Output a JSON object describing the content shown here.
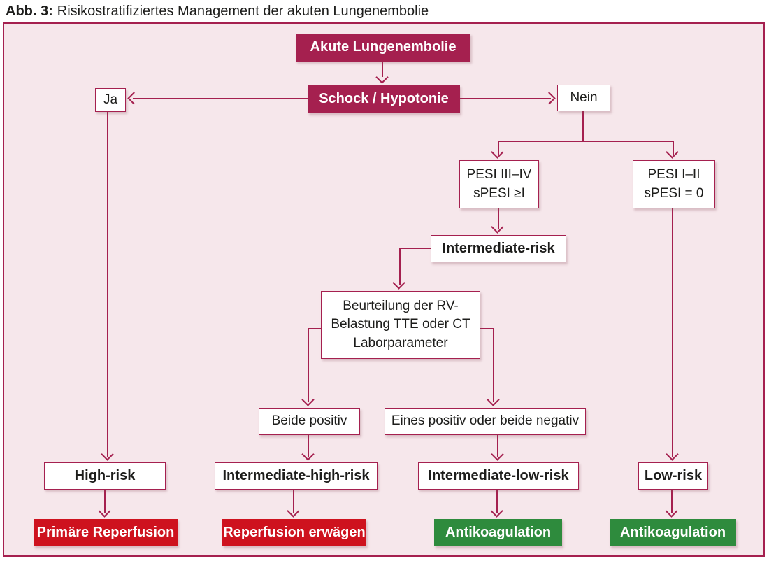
{
  "title": {
    "prefix": "Abb. 3:",
    "text": "Risikostratifiziertes Management der akuten Lungenembolie"
  },
  "colors": {
    "maroon": "#A5204F",
    "red": "#CE121E",
    "green": "#2E8B3D",
    "panel-bg": "#F6E7EB",
    "box-bg": "#FFFFFF",
    "ink": "#1D1D1B"
  },
  "nodes": {
    "akute": {
      "label": "Akute Lungenembolie"
    },
    "schock": {
      "label": "Schock / Hypotonie"
    },
    "ja": {
      "label": "Ja"
    },
    "nein": {
      "label": "Nein"
    },
    "pesi_high": {
      "line1": "PESI III–IV",
      "line2": "sPESI ≥I"
    },
    "pesi_low": {
      "line1": "PESI I–II",
      "line2": "sPESI = 0"
    },
    "intermediate_risk": {
      "label": "Intermediate-risk"
    },
    "assessment": {
      "line1": "Beurteilung der RV-",
      "line2": "Belastung TTE oder CT",
      "line3": "Laborparameter"
    },
    "beide_positiv": {
      "label": "Beide positiv"
    },
    "eines_positiv": {
      "label": "Eines positiv oder beide negativ"
    },
    "high_risk": {
      "label": "High-risk"
    },
    "intermediate_high_risk": {
      "label": "Intermediate-high-risk"
    },
    "intermediate_low_risk": {
      "label": "Intermediate-low-risk"
    },
    "low_risk": {
      "label": "Low-risk"
    },
    "primaere_reperfusion": {
      "label": "Primäre Reperfusion"
    },
    "reperfusion_erwaegen": {
      "label": "Reperfusion erwägen"
    },
    "antikoagulation_left": {
      "label": "Antikoagulation"
    },
    "antikoagulation_right": {
      "label": "Antikoagulation"
    }
  }
}
